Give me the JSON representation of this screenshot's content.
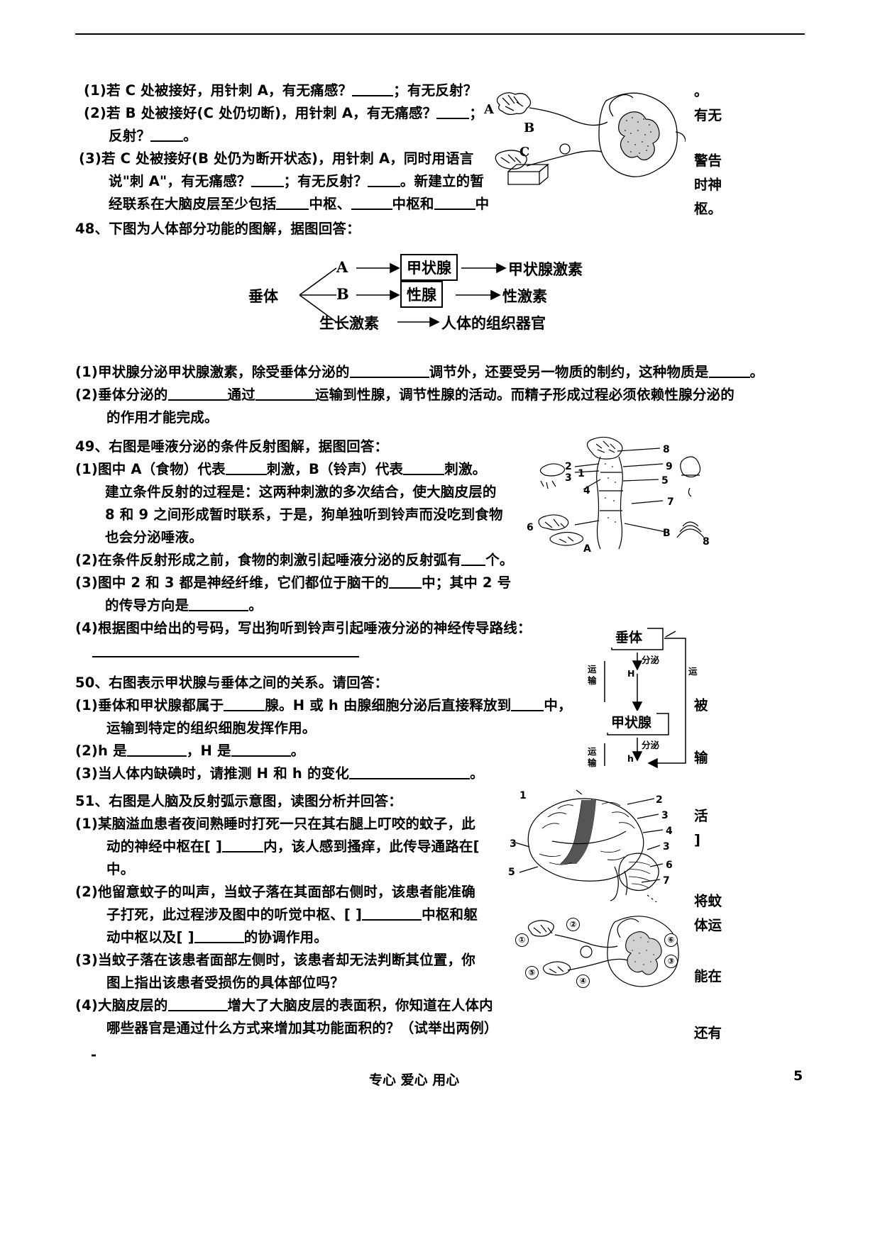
{
  "page": {
    "number": "5",
    "footer_note": "专心  爱心  用心"
  },
  "q47": {
    "lines": [
      "(1)若 C 处被接好，用针刺 A，有无痛感？",
      "；有无反射？",
      "(2)若 B 处被接好(C 处仍切断)，用针刺 A，有无痛感？",
      "；",
      "反射？",
      "。",
      "(3)若 C 处被接好(B 处仍为断开状态)，用针刺 A，同时用语言",
      "说\"刺 A\"，有无痛感？",
      "；有无反射？",
      "。新建立的暂",
      "经联系在大脑皮层至少包括",
      "中枢、",
      "中枢和",
      "中"
    ],
    "figure_labels": [
      "A",
      "B",
      "C"
    ],
    "right_margin": [
      "。",
      "有无",
      "警告",
      "时神",
      "枢。"
    ]
  },
  "q48": {
    "title": "48、下图为人体部分功能的图解，据图回答：",
    "diagram": {
      "source": "垂体",
      "branch_a": "A",
      "branch_b": "B",
      "box_thyroid": "甲状腺",
      "box_gonad": "性腺",
      "out_thyroid_hormone": "甲状腺激素",
      "out_sex_hormone": "性激素",
      "growth_hormone": "生长激素",
      "target_tissue": "人体的组织器官"
    },
    "items": [
      {
        "parts": [
          "(1)甲状腺分泌甲状腺激素，除受垂体分泌的",
          "调节外，还要受另一物质的制约，这种物质是",
          "。"
        ]
      },
      {
        "parts": [
          "(2)垂体分泌的",
          "通过",
          "运输到性腺，调节性腺的活动。而精子形成过程必须依赖性腺分泌的",
          "的作用才能完成。"
        ]
      }
    ]
  },
  "q49": {
    "title": "49、右图是唾液分泌的条件反射图解，据图回答：",
    "lines": [
      "(1)图中 A（食物）代表",
      "刺激，B（铃声）代表",
      "刺激。",
      "建立条件反射的过程是：这两种刺激的多次结合，使大脑皮层的",
      "8 和 9 之间形成暂时联系，于是，狗单独听到铃声而没吃到食物",
      "也会分泌唾液。",
      "(2)在条件反射形成之前，食物的刺激引起唾液分泌的反射弧有",
      "个。",
      "(3)图中 2 和 3 都是神经纤维，它们都位于脑干的",
      "中；其中 2 号",
      "的传导方向是",
      "。",
      "(4)根据图中给出的号码，写出狗听到铃声引起唾液分泌的神经传导路线："
    ],
    "figure_numbers": [
      "8",
      "9",
      "2",
      "3",
      "1",
      "5",
      "4",
      "7",
      "6",
      "A",
      "B",
      "8"
    ]
  },
  "q50": {
    "title": "50、右图表示甲状腺与垂体之间的关系。请回答：",
    "lines": [
      "(1)垂体和甲状腺都属于",
      "腺。H 或 h 由腺细胞分泌后直接释放到",
      "中，",
      "运输到特定的组织细胞发挥作用。",
      "(2)h 是",
      "，H 是",
      "。",
      "(3)当人体内缺碘时，请推测 H 和 h 的变化",
      "。"
    ],
    "diagram": {
      "pituitary": "垂体",
      "thyroid": "甲状腺",
      "secrete": "分泌",
      "transport": "运输",
      "transport_right": "运",
      "transport_right2": "输",
      "h_upper": "H",
      "h_lower": "h"
    },
    "right_margin": [
      "被",
      "输"
    ]
  },
  "q51": {
    "title": "51、右图是人脑及反射弧示意图，读图分析并回答：",
    "lines": [
      "(1)某脑溢血患者夜间熟睡时打死一只在其右腿上叮咬的蚊子，此",
      "动的神经中枢在[   ]",
      "内，该人感到搔痒，此传导通路在[",
      "中。",
      "(2)他留意蚊子的叫声，当蚊子落在其面部右侧时，该患者能准确",
      "子打死，此过程涉及图中的听觉中枢、[   ]",
      "中枢和躯",
      "动中枢以及[   ]",
      "的协调作用。",
      "(3)当蚊子落在该患者面部左侧时，该患者却无法判断其位置，你",
      "图上指出该患者受损伤的具体部位吗？",
      "(4)大脑皮层的",
      "增大了大脑皮层的表面积，你知道在人体内",
      "哪些器官是通过什么方式来增加其功能面积的？（试举出两例）"
    ],
    "brain_numbers": [
      "1",
      "2",
      "3",
      "4",
      "3",
      "5",
      "6",
      "7"
    ],
    "arc_numbers": [
      "①",
      "②",
      "③",
      "④",
      "⑤",
      "⑥"
    ],
    "right_margin": [
      "活",
      "]",
      "将蚊",
      "体运",
      "能在",
      "还有"
    ]
  }
}
